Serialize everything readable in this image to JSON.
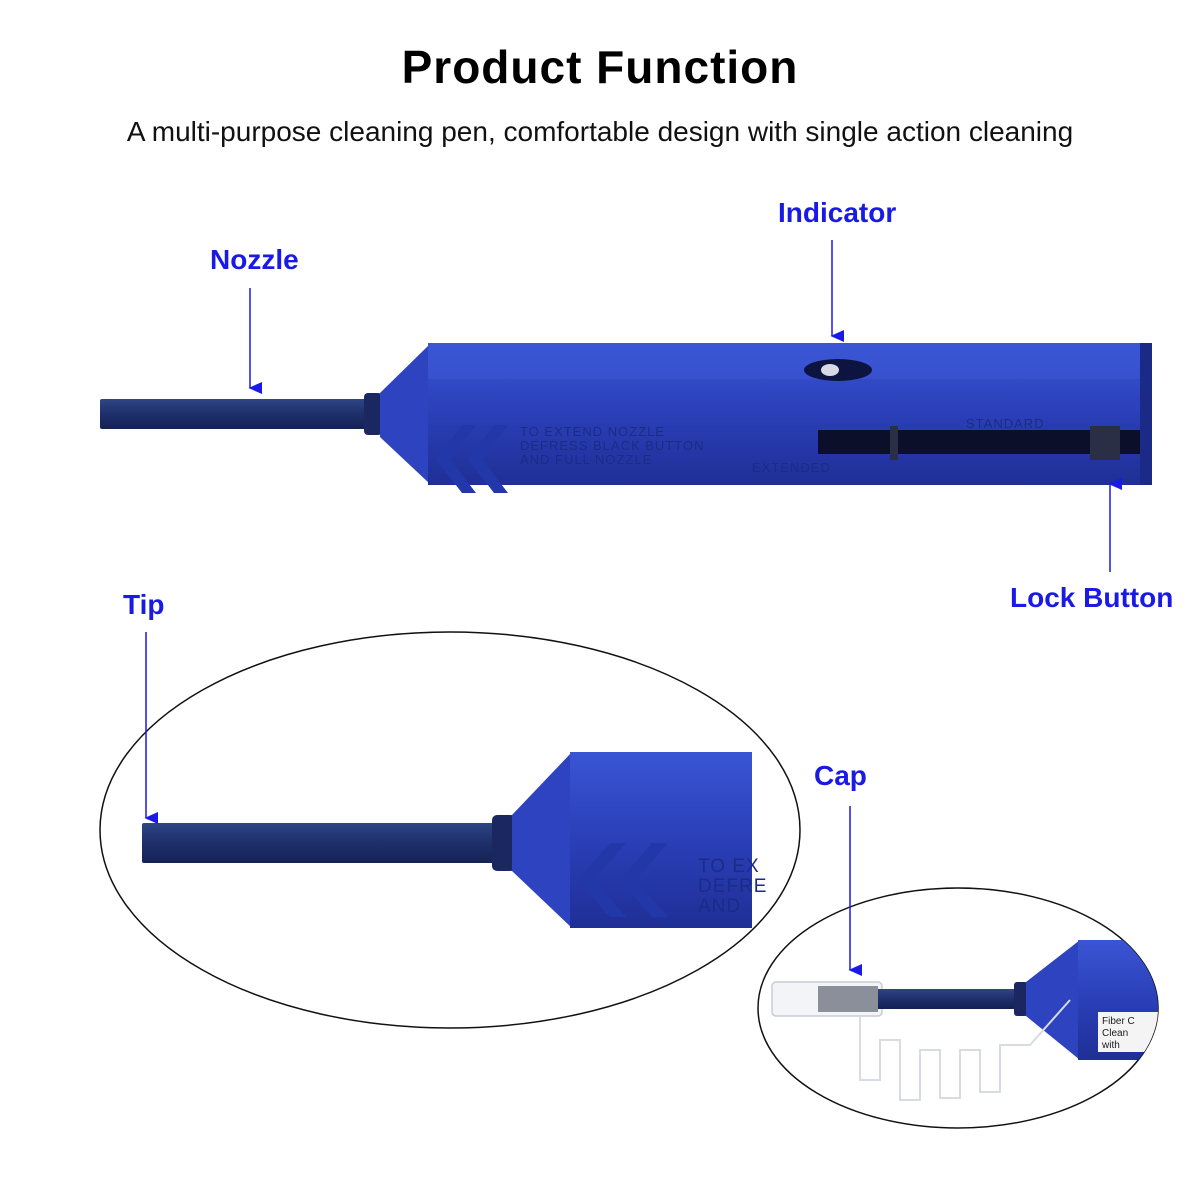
{
  "header": {
    "title": "Product Function",
    "subtitle": "A multi-purpose cleaning pen, comfortable design with single action cleaning"
  },
  "callouts": {
    "nozzle": "Nozzle",
    "indicator": "Indicator",
    "lock_button": "Lock Button",
    "tip": "Tip",
    "cap": "Cap"
  },
  "pen_markings": {
    "instruction_line1": "TO EXTEND NOZZLE",
    "instruction_line2": "DEFRESS BLACK BUTTON",
    "instruction_line3": "AND FULL NOZZLE",
    "standard": "STANDARD",
    "extended": "EXTENDED",
    "zoom_line1": "TO EX",
    "zoom_line2": "DEFRE",
    "zoom_line3": "AND",
    "package_label_line1": "Fiber C",
    "package_label_line2": "Clean",
    "package_label_line3": "with"
  },
  "colors": {
    "pen_blue": "#2a3fb8",
    "pen_blue_dark": "#1c2a8a",
    "nozzle_navy": "#1e2f6b",
    "callout_blue": "#1a1ae6"
  }
}
